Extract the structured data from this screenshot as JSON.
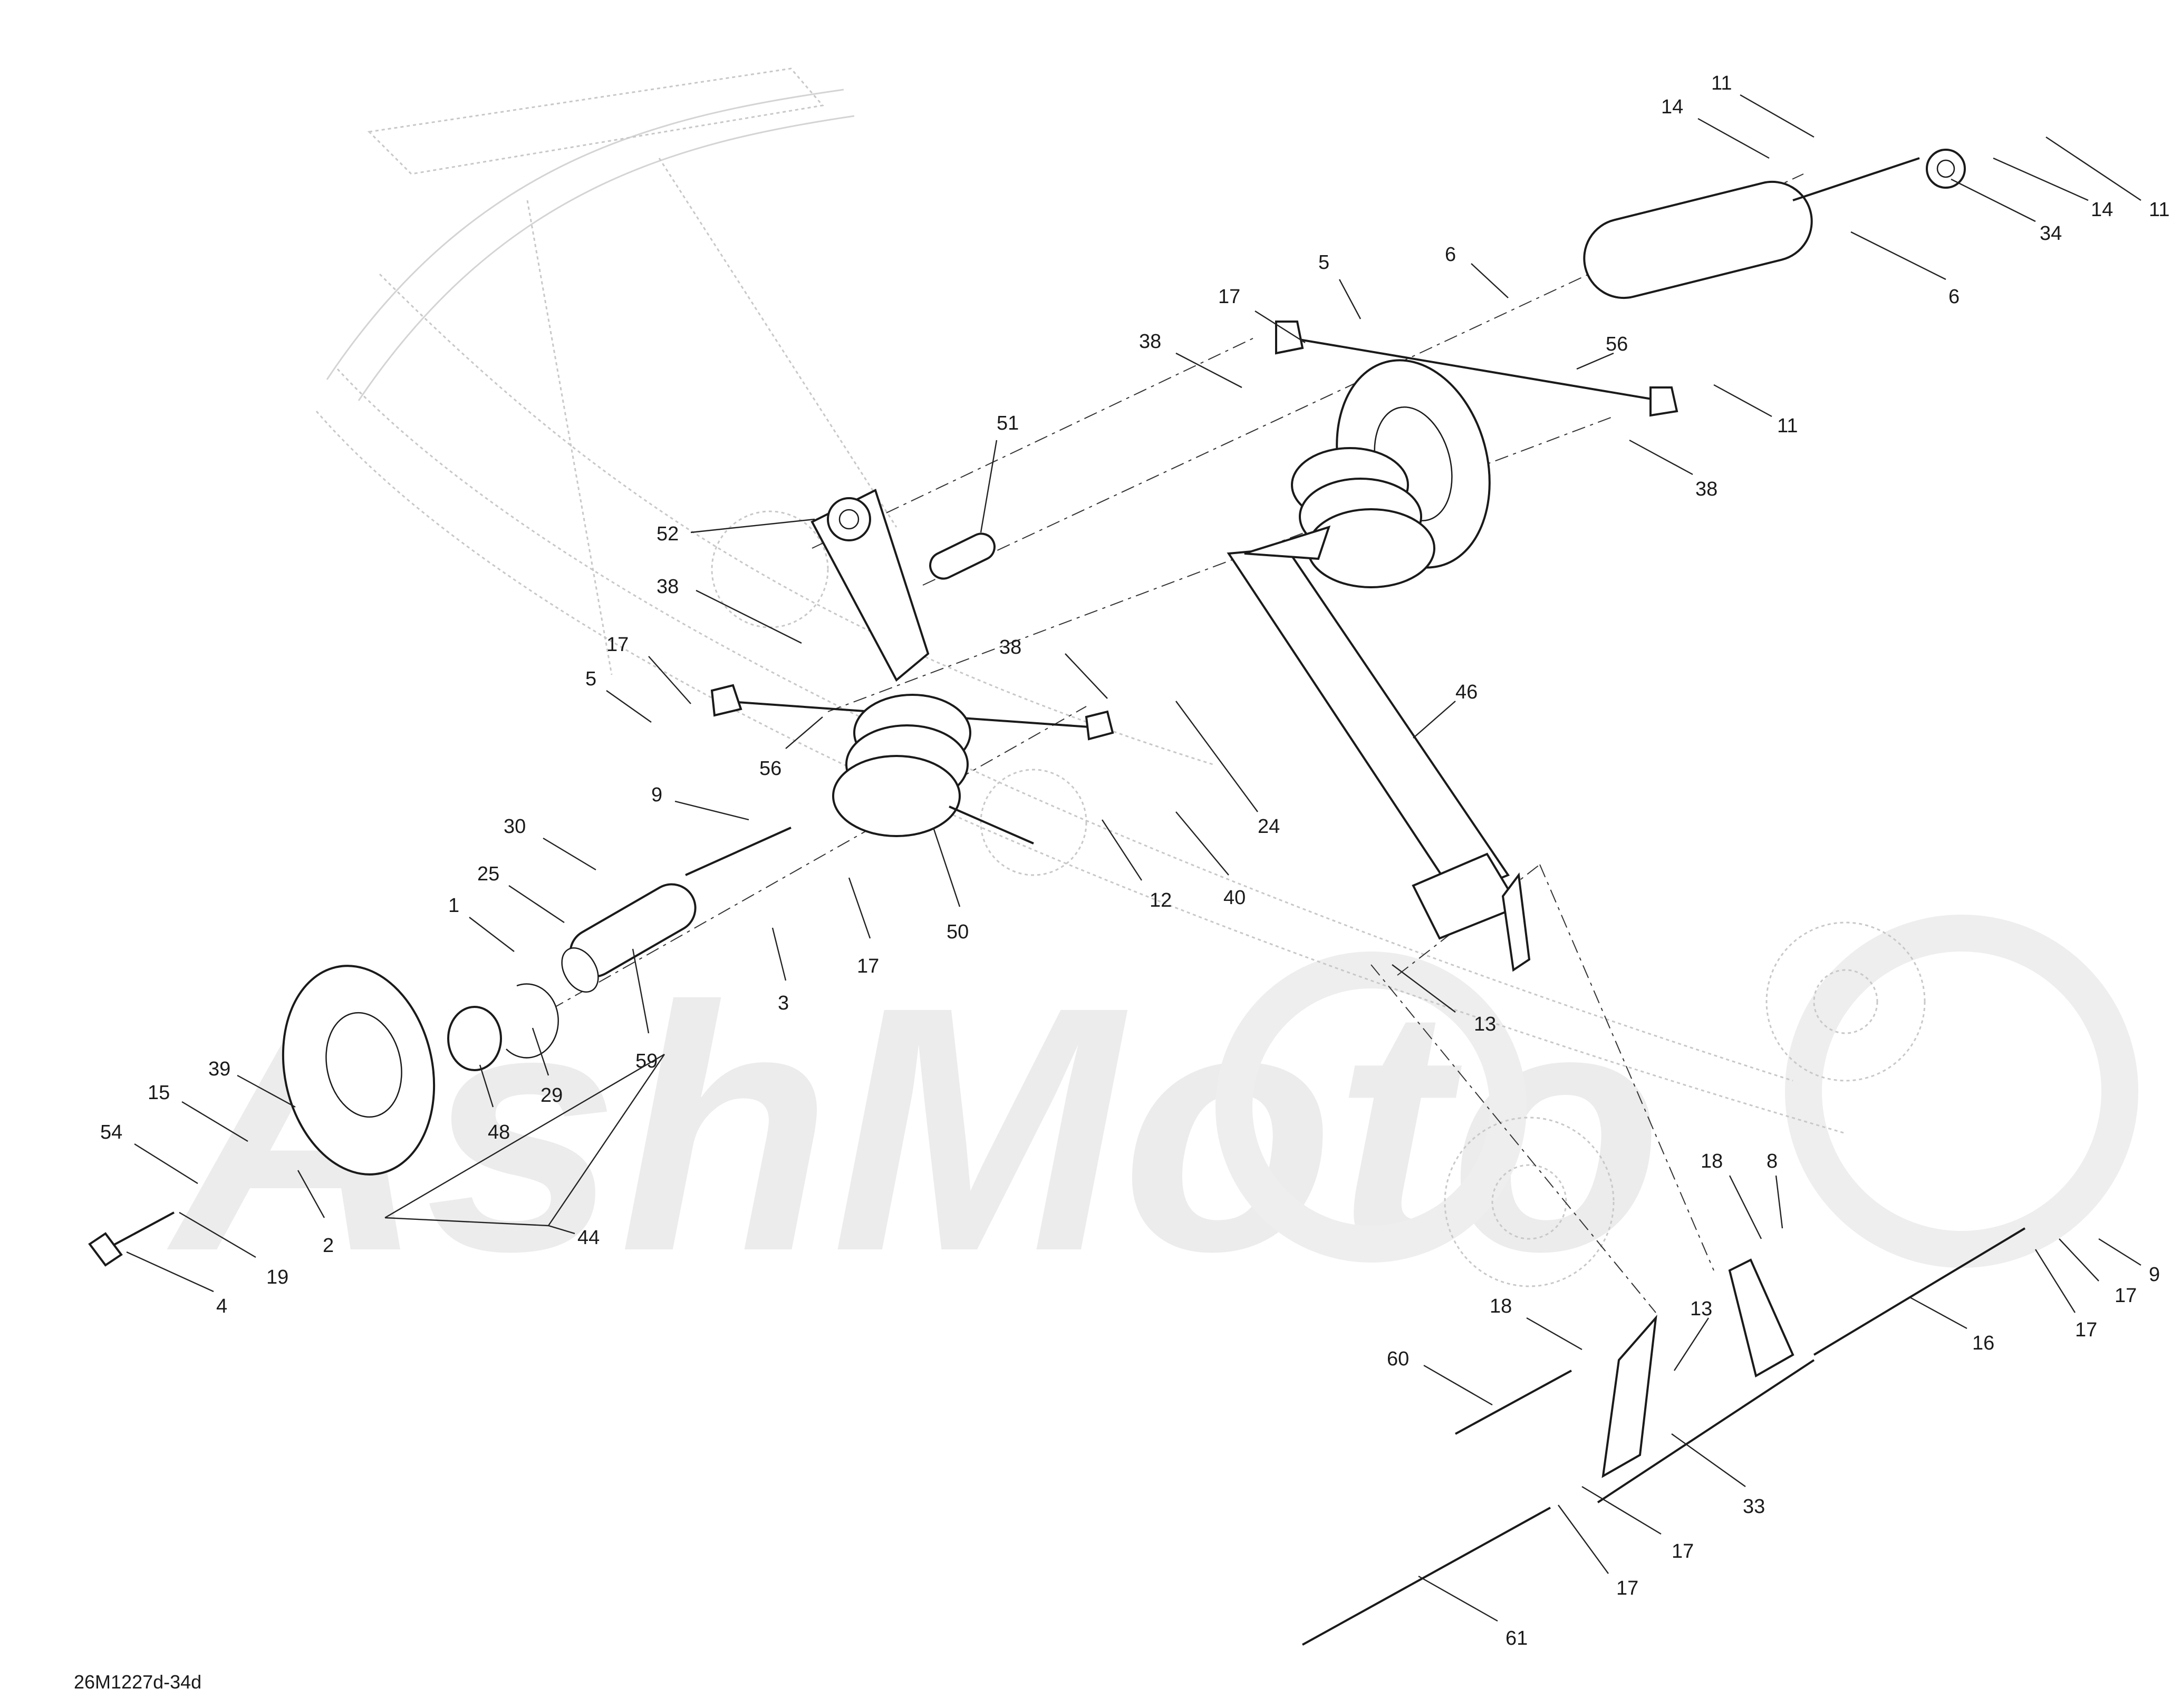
{
  "figure_code": "26M1227d-34d",
  "watermark_text": "AshMoto",
  "callouts": [
    {
      "id": "c11a",
      "label": "11"
    },
    {
      "id": "c14a",
      "label": "14"
    },
    {
      "id": "c11b",
      "label": "11"
    },
    {
      "id": "c14b",
      "label": "14"
    },
    {
      "id": "c34",
      "label": "34"
    },
    {
      "id": "c6a",
      "label": "6"
    },
    {
      "id": "c6b",
      "label": "6"
    },
    {
      "id": "c5a",
      "label": "5"
    },
    {
      "id": "c17a",
      "label": "17"
    },
    {
      "id": "c38a",
      "label": "38"
    },
    {
      "id": "c56a",
      "label": "56"
    },
    {
      "id": "c11c",
      "label": "11"
    },
    {
      "id": "c38b",
      "label": "38"
    },
    {
      "id": "c51",
      "label": "51"
    },
    {
      "id": "c52",
      "label": "52"
    },
    {
      "id": "c38c",
      "label": "38"
    },
    {
      "id": "c17b",
      "label": "17"
    },
    {
      "id": "c5b",
      "label": "5"
    },
    {
      "id": "c38d",
      "label": "38"
    },
    {
      "id": "c46",
      "label": "46"
    },
    {
      "id": "c56b",
      "label": "56"
    },
    {
      "id": "c24",
      "label": "24"
    },
    {
      "id": "c9a",
      "label": "9"
    },
    {
      "id": "c30",
      "label": "30"
    },
    {
      "id": "c25",
      "label": "25"
    },
    {
      "id": "c1",
      "label": "1"
    },
    {
      "id": "c12",
      "label": "12"
    },
    {
      "id": "c40",
      "label": "40"
    },
    {
      "id": "c50",
      "label": "50"
    },
    {
      "id": "c17c",
      "label": "17"
    },
    {
      "id": "c3",
      "label": "3"
    },
    {
      "id": "c13a",
      "label": "13"
    },
    {
      "id": "c59",
      "label": "59"
    },
    {
      "id": "c29",
      "label": "29"
    },
    {
      "id": "c48",
      "label": "48"
    },
    {
      "id": "c39",
      "label": "39"
    },
    {
      "id": "c15",
      "label": "15"
    },
    {
      "id": "c54",
      "label": "54"
    },
    {
      "id": "c2",
      "label": "2"
    },
    {
      "id": "c19",
      "label": "19"
    },
    {
      "id": "c44",
      "label": "44"
    },
    {
      "id": "c4",
      "label": "4"
    },
    {
      "id": "c18a",
      "label": "18"
    },
    {
      "id": "c8",
      "label": "8"
    },
    {
      "id": "c9b",
      "label": "9"
    },
    {
      "id": "c17d",
      "label": "17"
    },
    {
      "id": "c17e",
      "label": "17"
    },
    {
      "id": "c16",
      "label": "16"
    },
    {
      "id": "c18b",
      "label": "18"
    },
    {
      "id": "c13b",
      "label": "13"
    },
    {
      "id": "c60",
      "label": "60"
    },
    {
      "id": "c33",
      "label": "33"
    },
    {
      "id": "c17f",
      "label": "17"
    },
    {
      "id": "c17g",
      "label": "17"
    },
    {
      "id": "c61",
      "label": "61"
    }
  ]
}
